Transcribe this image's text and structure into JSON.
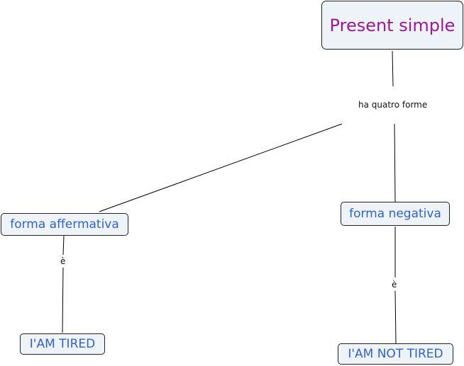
{
  "concept_map": {
    "root": {
      "label": "Present simple"
    },
    "root_link": {
      "label": "ha quatro forme"
    },
    "branches": [
      {
        "label": "forma affermativa",
        "link_label": "è",
        "example": "I'AM TIRED"
      },
      {
        "label": "forma negativa",
        "link_label": "è",
        "example": "I'AM NOT TIRED"
      }
    ]
  },
  "colors": {
    "root_text": "#a0189a",
    "node_text": "#2f62d6",
    "node_fill": "#eef3f8",
    "node_border": "#222222",
    "line": "#000000"
  }
}
